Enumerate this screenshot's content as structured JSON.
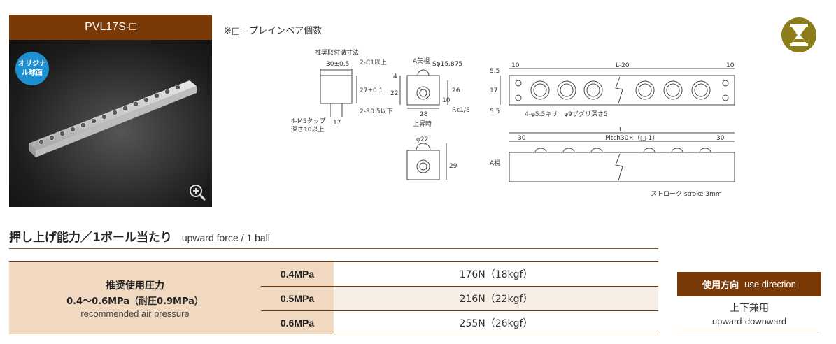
{
  "product": {
    "model": "PVL17S-□",
    "badge": "オリジナル球面"
  },
  "note": "※□＝プレインベア個数",
  "drawing": {
    "mount_title": "推奨取付溝寸法",
    "d_30": "30±0.5",
    "d_2c1": "2-C1以上",
    "d_27": "27±0.1",
    "d_2r05": "2-R0.5以下",
    "d_4m5": "4-M5タップ",
    "d_depth10": "深さ10以上",
    "d_17": "17",
    "view_a": "A矢視",
    "d_sphi": "Sφ15.875",
    "d_4": "4",
    "d_22": "22",
    "d_26": "26",
    "d_10": "10",
    "d_28": "28",
    "d_rc": "Rc1/8",
    "rise_label": "上昇時",
    "d_phi22": "φ22",
    "d_29": "29",
    "d_5_5a": "5.5",
    "d_5_5b": "5.5",
    "d_17v": "17",
    "d_10a": "10",
    "d_10b": "10",
    "d_l20": "L-20",
    "d_holes": "4-φ5.5キリ　φ9ザグリ深さ5",
    "d_l": "L",
    "d_30a": "30",
    "d_30b": "30",
    "d_pitch": "Pitch30×（□-1）",
    "a_view": "A視",
    "stroke": "ストローク stroke 3mm"
  },
  "section": {
    "title_jp": "押し上げ能力／1ボール当たり",
    "title_en": "upward force / 1 ball"
  },
  "pressure": {
    "label_jp": "推奨使用圧力",
    "range": "0.4～0.6MPa（耐圧0.9MPa）",
    "label_en": "recommended air pressure"
  },
  "rows": [
    {
      "pressure": "0.4MPa",
      "force": "176N（18kgf）"
    },
    {
      "pressure": "0.5MPa",
      "force": "216N（22kgf）"
    },
    {
      "pressure": "0.6MPa",
      "force": "255N（26kgf）"
    }
  ],
  "direction": {
    "header_jp": "使用方向",
    "header_en": "use direction",
    "value_jp": "上下兼用",
    "value_en": "upward-downward"
  },
  "colors": {
    "header_brown": "#7a3a08",
    "cell_beige": "#f0d9c0",
    "badge_blue": "#1e8fd0",
    "icon_olive": "#8b7d1a"
  },
  "icons": [
    "zoom-in-icon",
    "hourglass-icon"
  ]
}
